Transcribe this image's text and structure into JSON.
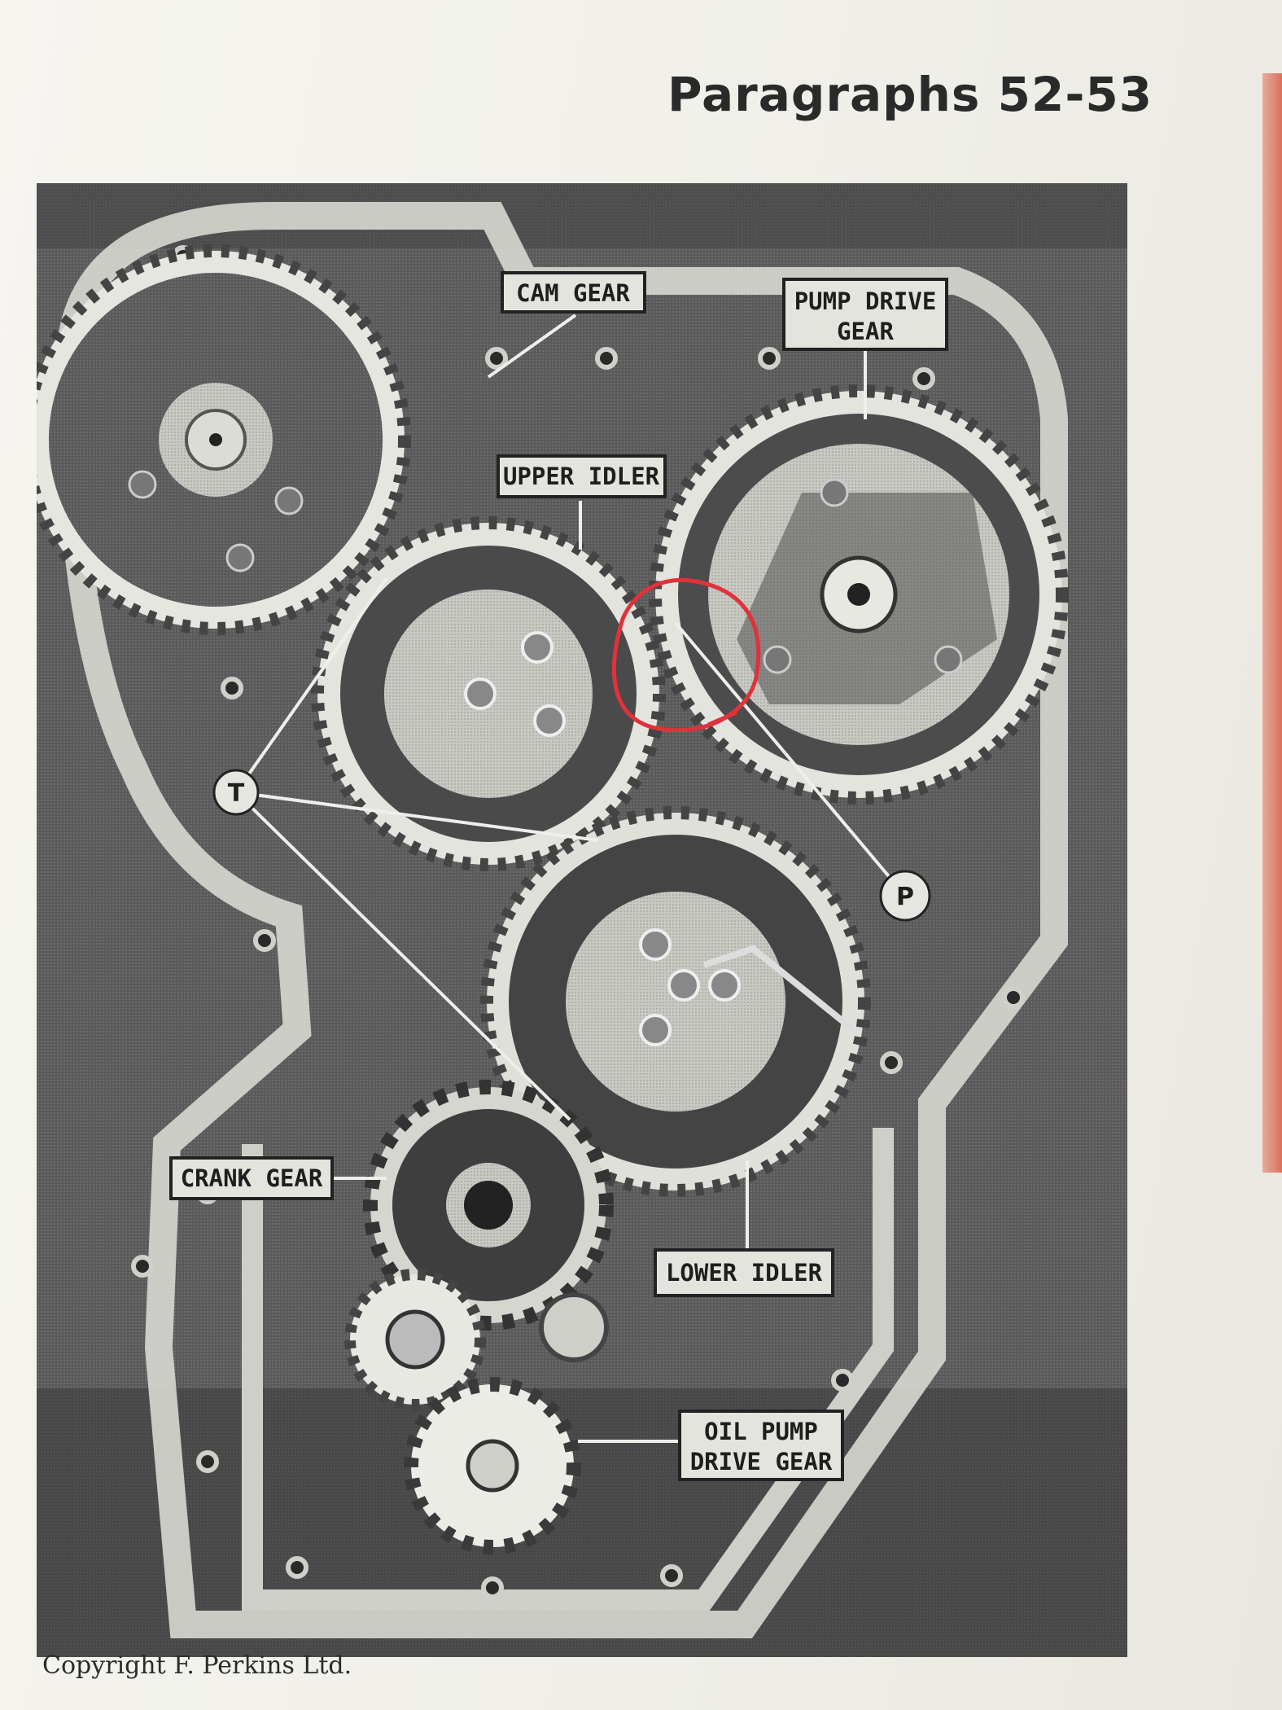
{
  "header": {
    "title": "Paragraphs  52-53"
  },
  "figure": {
    "labels": {
      "cam_gear": "CAM GEAR",
      "pump_drive_gear_line1": "PUMP DRIVE",
      "pump_drive_gear_line2": "GEAR",
      "upper_idler": "UPPER IDLER",
      "crank_gear": "CRANK GEAR",
      "lower_idler": "LOWER IDLER",
      "oil_pump_line1": "OIL PUMP",
      "oil_pump_line2": "DRIVE GEAR",
      "marker_t": "T",
      "marker_p": "P"
    },
    "annotation_color": "#e0323a"
  },
  "footer": {
    "copyright": "Copyright F. Perkins Ltd."
  }
}
